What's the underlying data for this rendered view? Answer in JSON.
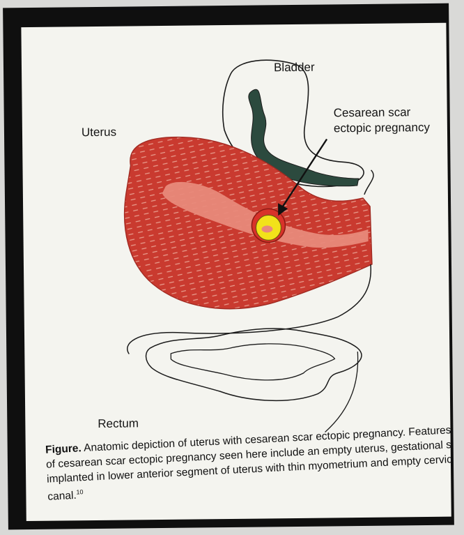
{
  "labels": {
    "bladder": "Bladder",
    "uterus": "Uterus",
    "ectopic_line1": "Cesarean scar",
    "ectopic_line2": "ectopic pregnancy",
    "rectum": "Rectum"
  },
  "caption": {
    "prefix": "Figure.",
    "text": "Anatomic depiction of uterus with cesarean scar ectopic pregnancy. Features of cesarean scar ectopic pregnancy seen here include an empty uterus, gestational sac implanted in lower anterior segment of uterus with thin myometrium and empty cervical canal.",
    "reference": "10"
  },
  "colors": {
    "myometrium": "#c93a2f",
    "endometrium": "#e8897a",
    "bladder_fill": "#2c4a3e",
    "gestational_sac": "#f2e21a",
    "frame": "#0f0f0f",
    "paper": "#f4f4ef"
  }
}
